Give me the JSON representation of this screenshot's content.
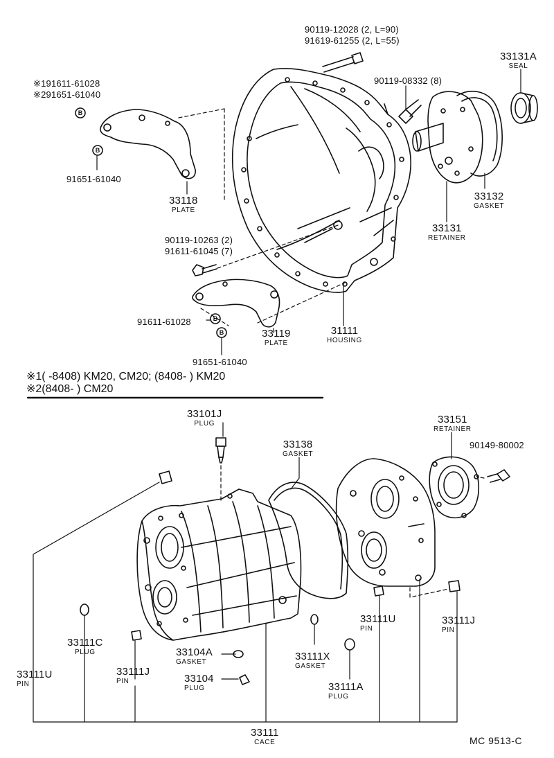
{
  "parts": [
    {
      "id": "p33131A",
      "number": "33131A",
      "name": "SEAL"
    },
    {
      "id": "p33132",
      "number": "33132",
      "name": "GASKET"
    },
    {
      "id": "p33131",
      "number": "33131",
      "name": "RETAINER"
    },
    {
      "id": "p33118",
      "number": "33118",
      "name": "PLATE"
    },
    {
      "id": "p33119",
      "number": "33119",
      "name": "PLATE"
    },
    {
      "id": "p31111",
      "number": "31111",
      "name": "HOUSING"
    },
    {
      "id": "p33101J",
      "number": "33101J",
      "name": "PLUG"
    },
    {
      "id": "p33138",
      "number": "33138",
      "name": "GASKET"
    },
    {
      "id": "p33151",
      "number": "33151",
      "name": "RETAINER"
    },
    {
      "id": "p33111C",
      "number": "33111C",
      "name": "PLUG"
    },
    {
      "id": "p33111U_left",
      "number": "33111U",
      "name": "PIN"
    },
    {
      "id": "p33111J_left",
      "number": "33111J",
      "name": "PIN"
    },
    {
      "id": "p33104A",
      "number": "33104A",
      "name": "GASKET"
    },
    {
      "id": "p33104",
      "number": "33104",
      "name": "PLUG"
    },
    {
      "id": "p33111X",
      "number": "33111X",
      "name": "GASKET"
    },
    {
      "id": "p33111A",
      "number": "33111A",
      "name": "PLUG"
    },
    {
      "id": "p33111U_right",
      "number": "33111U",
      "name": "PIN"
    },
    {
      "id": "p33111J_right",
      "number": "33111J",
      "name": "PIN"
    },
    {
      "id": "p33111",
      "number": "33111",
      "name": "CACE"
    }
  ],
  "fasteners": [
    {
      "id": "f1",
      "text": "90119-12028 (2, L=90)"
    },
    {
      "id": "f2",
      "text": "91619-61255 (2, L=55)"
    },
    {
      "id": "f3",
      "text": "90119-08332 (8)"
    },
    {
      "id": "f4",
      "text": "※191611-61028"
    },
    {
      "id": "f5",
      "text": "※291651-61040"
    },
    {
      "id": "f6",
      "text": "91651-61040"
    },
    {
      "id": "f7",
      "text": "90119-10263 (2)"
    },
    {
      "id": "f8",
      "text": "91611-61045 (7)"
    },
    {
      "id": "f9",
      "text": "91611-61028"
    },
    {
      "id": "f10",
      "text": "91651-61040"
    },
    {
      "id": "f11",
      "text": "90149-80002"
    }
  ],
  "notes": [
    {
      "id": "n1",
      "text": "※1(      -8408) KM20, CM20; (8408-       ) KM20"
    },
    {
      "id": "n2",
      "text": "※2(8408-       ) CM20"
    }
  ],
  "bolt_marker": "B",
  "diagram_code": "MC  9513-C"
}
